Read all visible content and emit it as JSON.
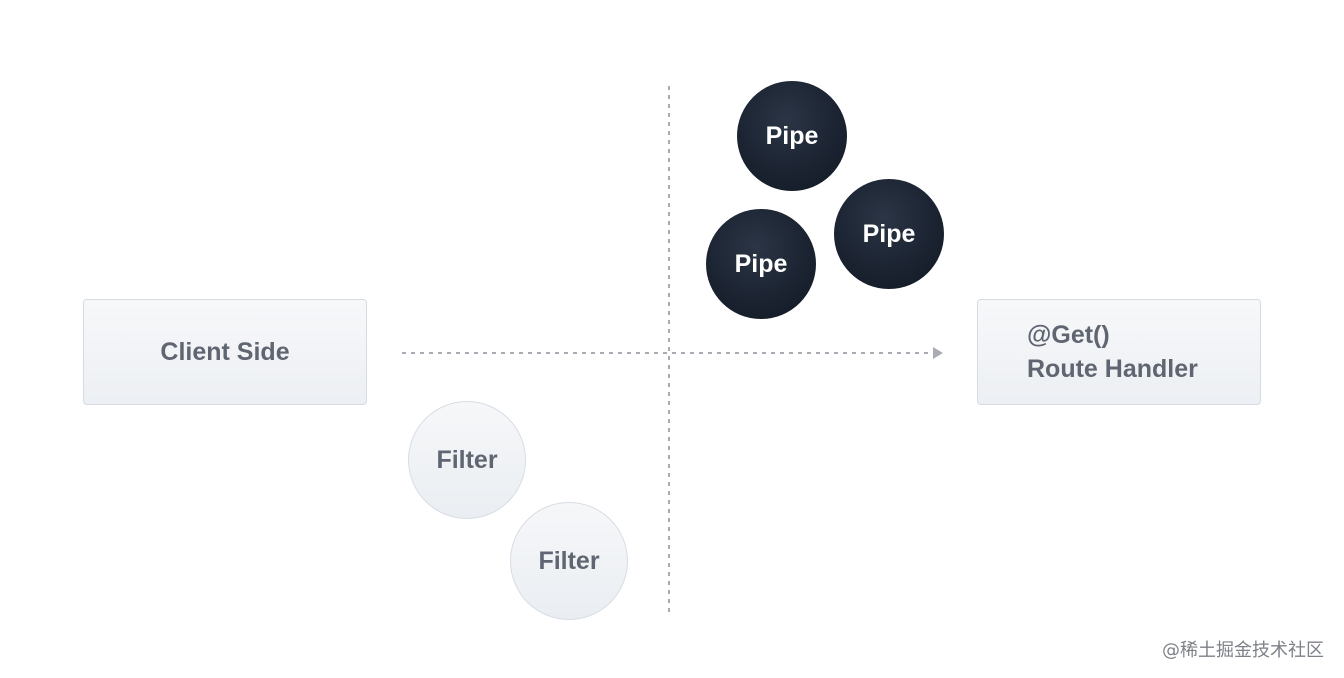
{
  "diagram": {
    "client_label": "Client Side",
    "route_line1": "@Get()",
    "route_line2": "Route Handler",
    "pipes": [
      "Pipe",
      "Pipe",
      "Pipe"
    ],
    "filters": [
      "Filter",
      "Filter"
    ]
  },
  "watermark": "@稀土掘金技术社区",
  "colors": {
    "pipe_fill": "#1a2230",
    "box_fill": "#eceff3",
    "line": "#a9adb3",
    "text": "#5f6672"
  }
}
